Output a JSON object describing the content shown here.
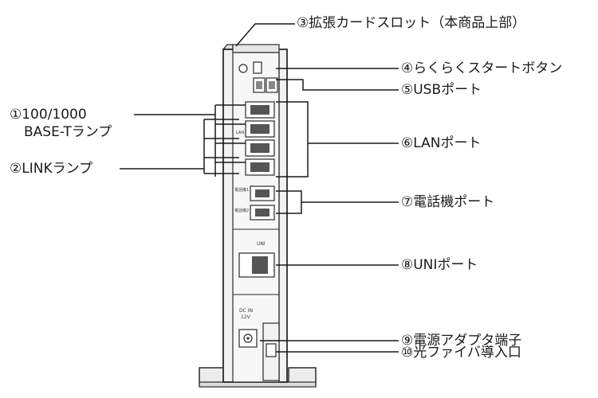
{
  "diagram": {
    "labels": {
      "l1_line1": "①100/1000",
      "l1_line2": "BASE-Tランプ",
      "l2": "②LINKランプ",
      "l3": "③拡張カードスロット（本商品上部）",
      "l4": "④らくらくスタートボタン",
      "l5": "⑤USBポート",
      "l6": "⑥LANポート",
      "l7": "⑦電話機ポート",
      "l8": "⑧UNIポート",
      "l9": "⑨電源アダプタ端子",
      "l10": "⑩光ファイバ導入口"
    },
    "device_text": {
      "uni": "UNI",
      "dc_in": "DC IN",
      "dc_v": "12V",
      "lan": "LAN",
      "tel1": "電話機1",
      "tel2": "電話機2"
    }
  },
  "style": {
    "line_color": "#1a1a1a",
    "device_fill": "#f2f2f2",
    "device_stroke": "#2a2a2a"
  }
}
